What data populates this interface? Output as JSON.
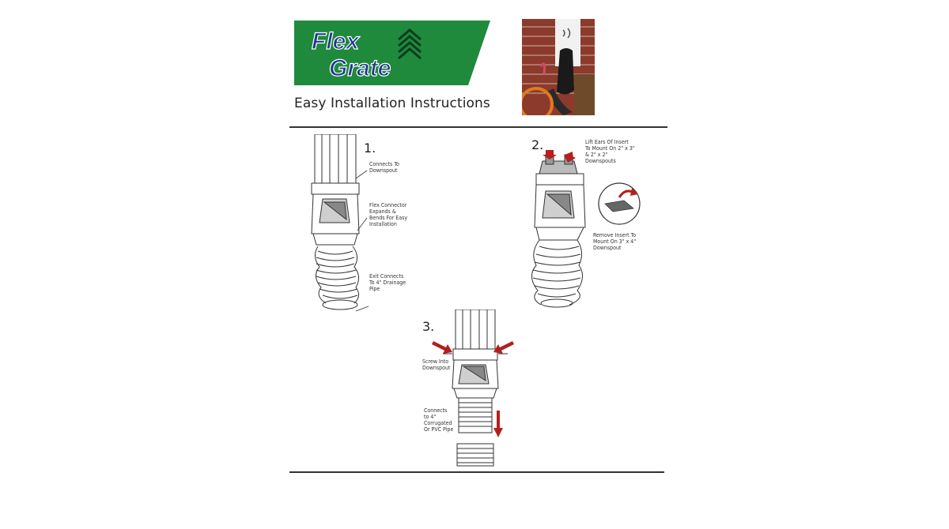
{
  "logo": {
    "line1": "Flex",
    "line2": "Grate"
  },
  "subtitle": "Easy Installation Instructions",
  "steps": [
    {
      "number": "1.",
      "callouts": [
        "Connects To\nDownspout",
        "Flex Connector\nExpands &\nBends For Easy\nInstallation",
        "Exit Connects\nTo 4\" Drainage\nPipe"
      ]
    },
    {
      "number": "2.",
      "callouts": [
        "Lift Ears Of Insert\nTo Mount On 2\" x 3\"\n& 2\" x 2\"\nDownspouts",
        "Remove Insert To\nMount On 3\" x 4\"\nDownspout"
      ]
    },
    {
      "number": "3.",
      "callouts": [
        "Screw Into\nDownspout",
        "Connects\nto 4\"\nCorrugated\nOr PVC Pipe"
      ]
    }
  ],
  "colors": {
    "logo_green": "#1f8a3c",
    "arrow_red": "#b3201e",
    "ink": "#333333"
  }
}
